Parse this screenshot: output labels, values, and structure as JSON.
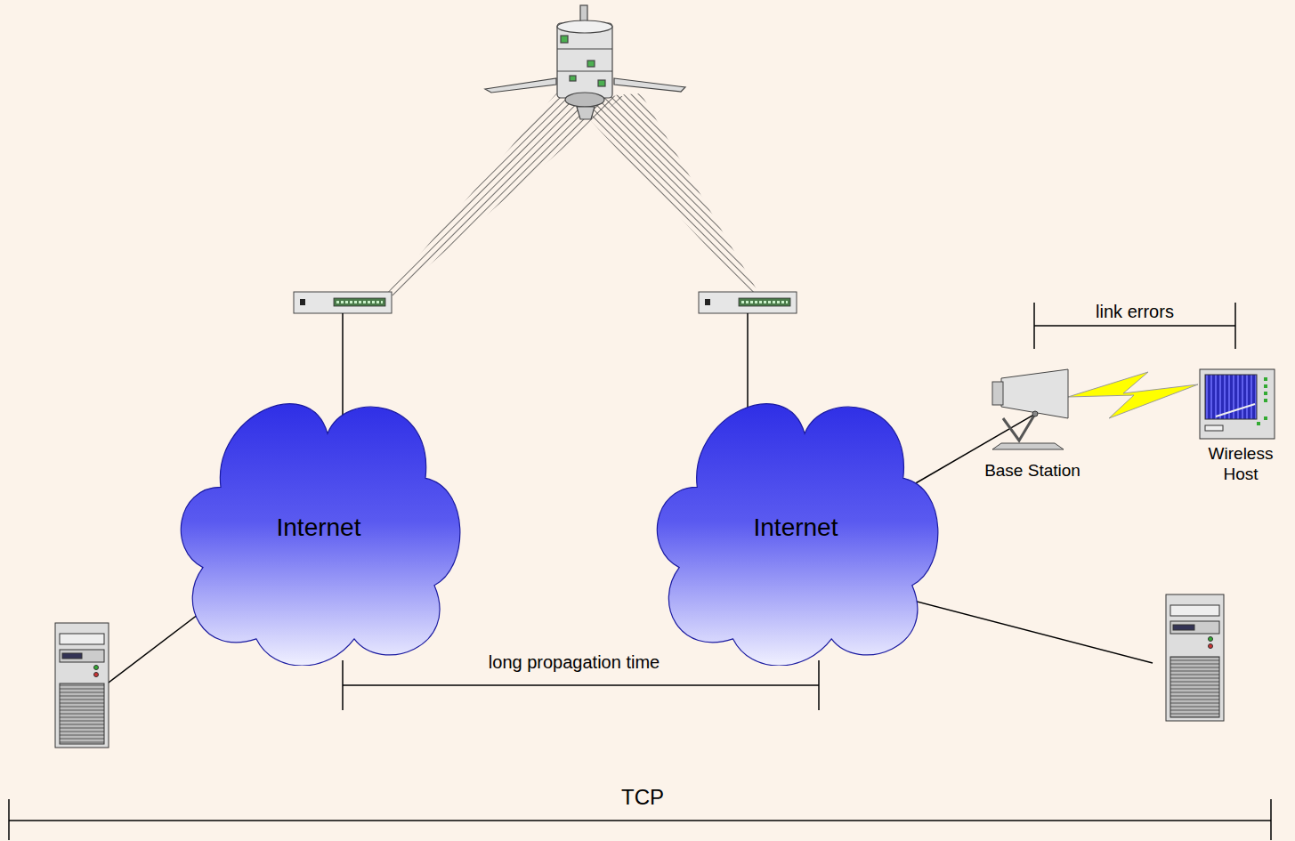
{
  "diagram": {
    "nodes": [
      {
        "text": [
          "Internet"
        ]
      },
      {
        "text": [
          "Internet"
        ]
      },
      {
        "text": [
          "Base Station"
        ]
      },
      {
        "text": [
          "Wireless Host"
        ]
      }
    ],
    "edges": [
      {
        "from": 1,
        "to": 2,
        "arrow": "none"
      }
    ],
    "labels": [
      "link errors",
      "long propagation time",
      "TCP"
    ]
  }
}
